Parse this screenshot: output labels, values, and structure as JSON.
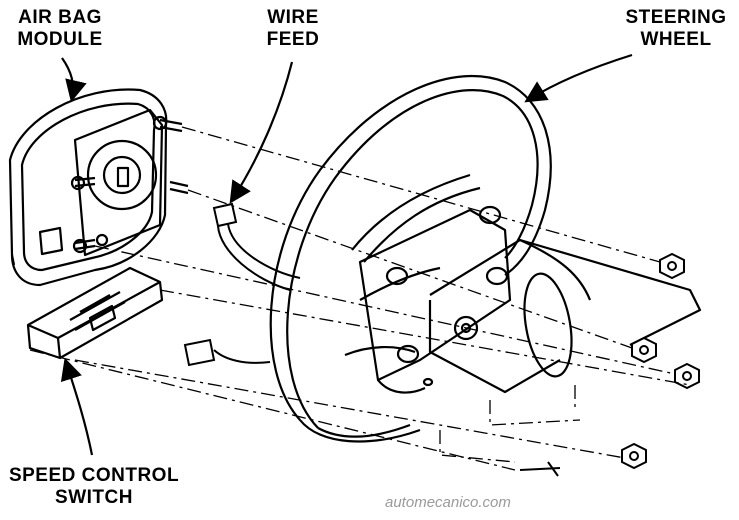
{
  "labels": {
    "air_bag_module": [
      "AIR BAG",
      "MODULE"
    ],
    "wire_feed": [
      "WIRE",
      "FEED"
    ],
    "steering_wheel": [
      "STEERING",
      "WHEEL"
    ],
    "speed_control_switch": [
      "SPEED CONTROL",
      "SWITCH"
    ]
  },
  "watermark": "automecanico.com"
}
